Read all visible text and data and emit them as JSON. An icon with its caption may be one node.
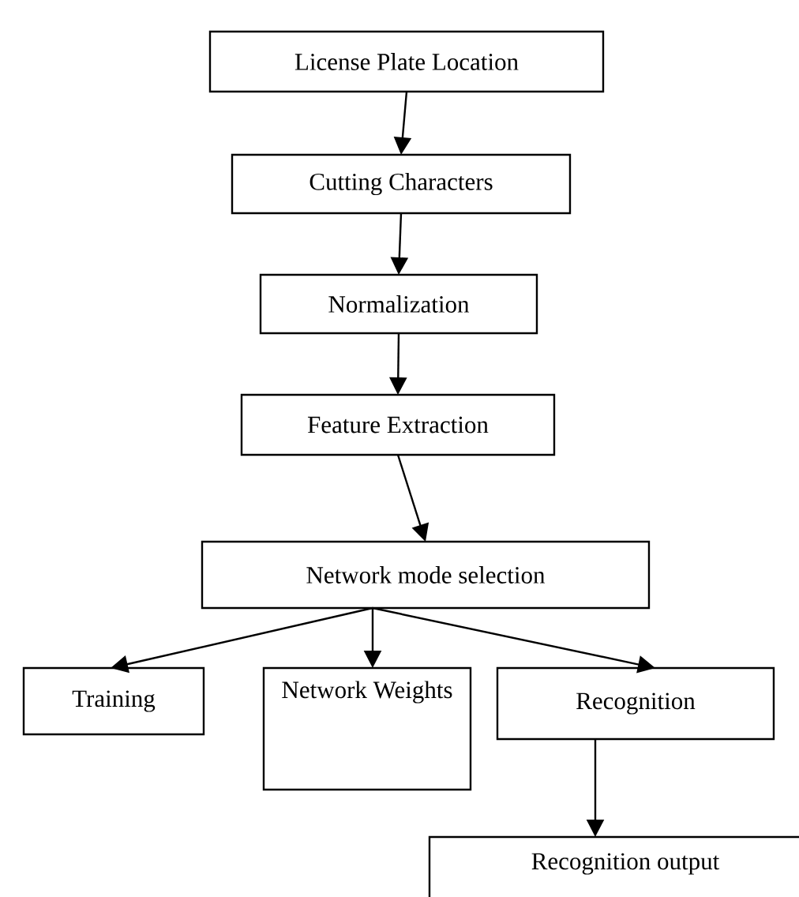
{
  "diagram": {
    "nodes": [
      {
        "text": [
          "License Plate Location"
        ]
      },
      {
        "text": [
          "Cutting Characters"
        ]
      },
      {
        "text": [
          "Normalization"
        ]
      },
      {
        "text": [
          "Feature Extraction"
        ]
      },
      {
        "text": [
          "Network mode selection"
        ]
      },
      {
        "text": [
          "Training"
        ]
      },
      {
        "text": [
          "Network Weights"
        ]
      },
      {
        "text": [
          "Recognition"
        ]
      },
      {
        "text": [
          "Recognition output"
        ]
      }
    ],
    "edges": [
      {
        "from": 0,
        "to": 1,
        "arrow": "to"
      },
      {
        "from": 1,
        "to": 2,
        "arrow": "to"
      },
      {
        "from": 2,
        "to": 3,
        "arrow": "to"
      },
      {
        "from": 3,
        "to": 4,
        "arrow": "to"
      },
      {
        "from": 4,
        "to": 5,
        "arrow": "to"
      },
      {
        "from": 4,
        "to": 6,
        "arrow": "to"
      },
      {
        "from": 4,
        "to": 7,
        "arrow": "to"
      },
      {
        "from": 7,
        "to": 8,
        "arrow": "to"
      }
    ]
  }
}
